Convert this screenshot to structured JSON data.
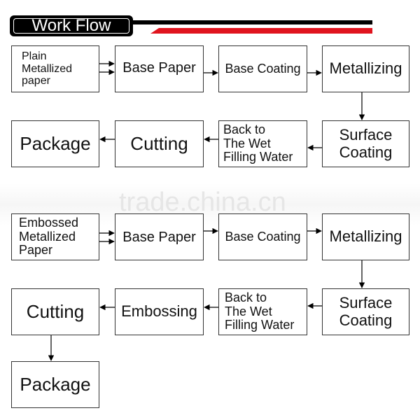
{
  "title": "Work Flow",
  "watermark": "trade.china.cn",
  "colors": {
    "accent_red": "#e0141e",
    "title_bg": "#000000"
  },
  "flow1": {
    "start": "Plain\nMetallized\npaper",
    "step2": "Base Paper",
    "step3": "Base Coating",
    "step4": "Metallizing",
    "step5": "Surface\nCoating",
    "step6": "Back to\nThe Wet\nFilling Water",
    "step7": "Cutting",
    "step8": "Package"
  },
  "flow2": {
    "start": "Embossed\nMetallized\nPaper",
    "step2": "Base Paper",
    "step3": "Base Coating",
    "step4": "Metallizing",
    "step5": "Surface\nCoating",
    "step6": "Back to\nThe Wet\nFilling Water",
    "step7": "Embossing",
    "step8": "Cutting",
    "step9": "Package"
  }
}
